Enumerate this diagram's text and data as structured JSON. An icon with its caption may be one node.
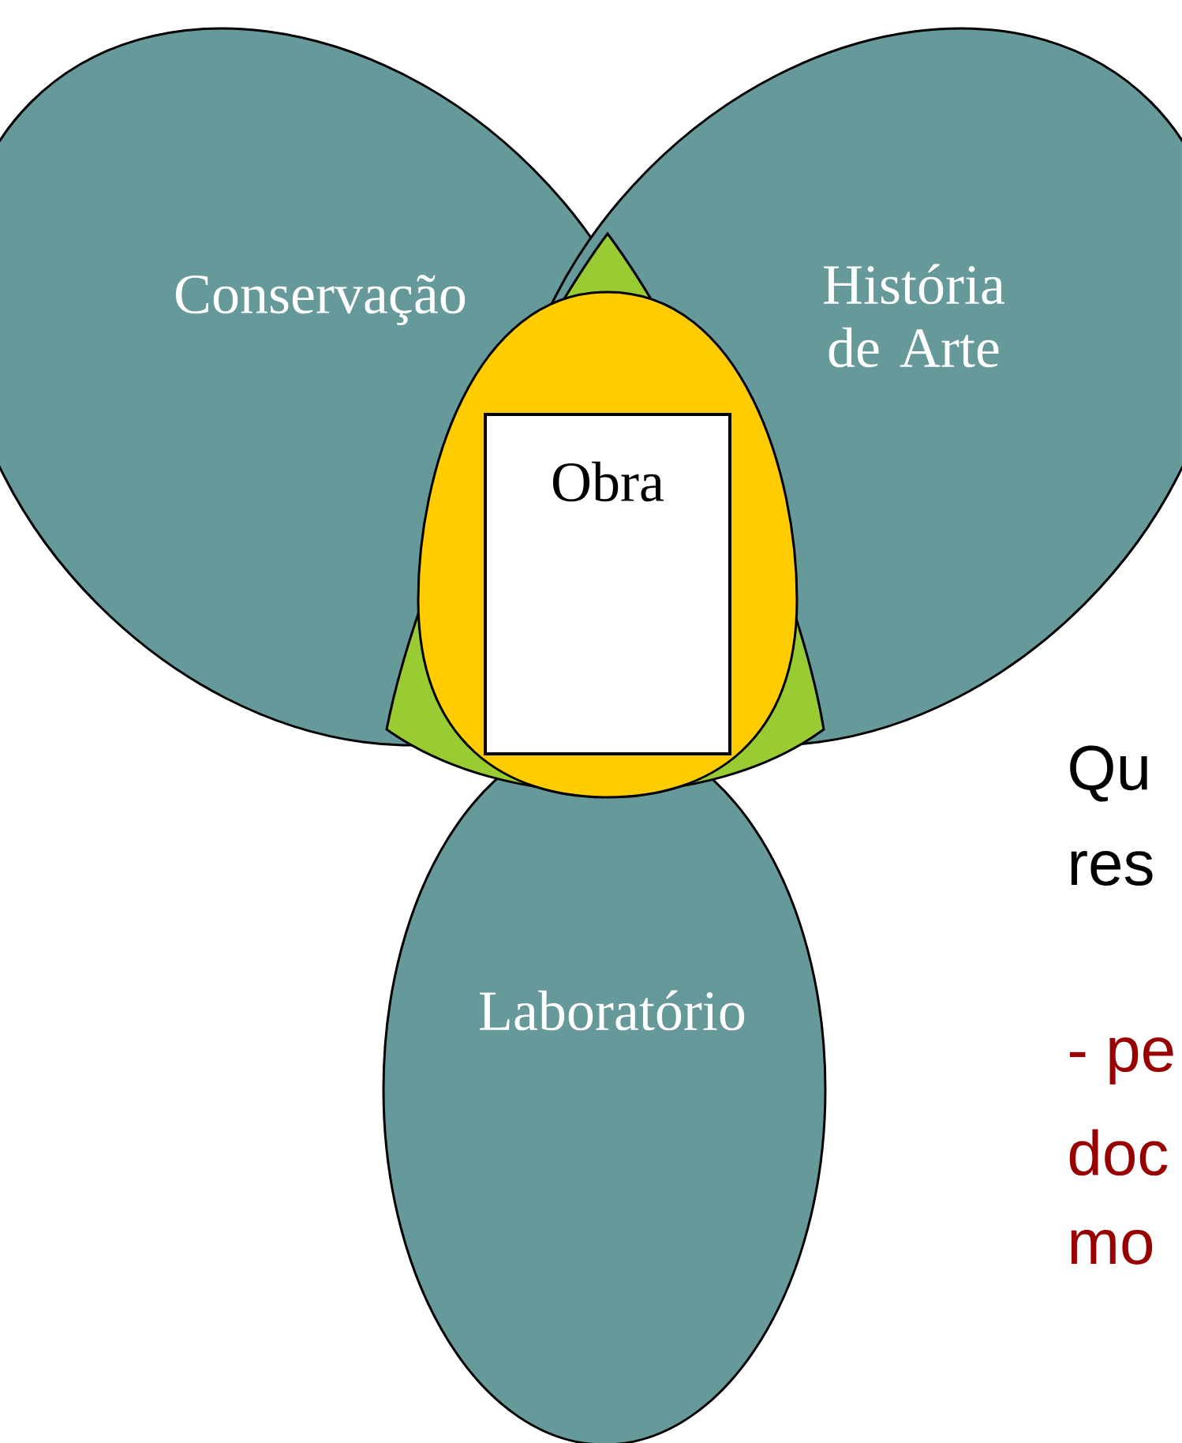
{
  "diagram": {
    "nodes": [
      {
        "text": [
          "Conservação"
        ]
      },
      {
        "text": [
          "História de Arte"
        ]
      },
      {
        "text": [
          "Laboratório"
        ]
      },
      {
        "text": [],
        "shape": "triangle"
      },
      {
        "text": [],
        "shape": "circle",
        "in": 3
      },
      {
        "text": [
          "Obra"
        ],
        "in": 4
      }
    ],
    "labels": [
      "Qu",
      "res",
      "- pe",
      "doc",
      "mo"
    ]
  }
}
